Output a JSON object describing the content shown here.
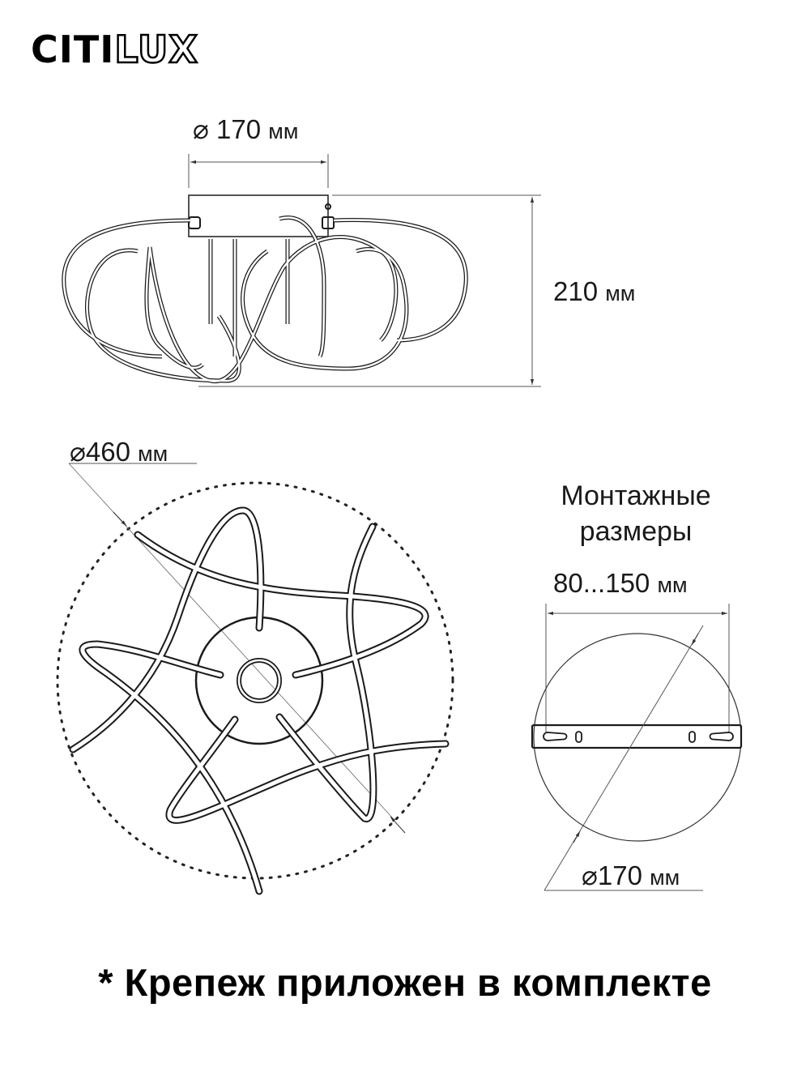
{
  "brand": {
    "logo_solid": "CITI",
    "logo_outline": "LUX"
  },
  "side_view": {
    "width_label": {
      "symbol": "⌀",
      "value": "170",
      "unit": "мм"
    },
    "height_label": {
      "value": "210",
      "unit": "мм"
    }
  },
  "top_view": {
    "diameter_label": {
      "symbol": "⌀",
      "value": "460",
      "unit": "мм"
    }
  },
  "mounting": {
    "title_line1": "Монтажные",
    "title_line2": "размеры",
    "range_label": {
      "value": "80...150",
      "unit": "мм"
    },
    "plate_diameter_label": {
      "symbol": "⌀",
      "value": "170",
      "unit": "мм"
    }
  },
  "footnote": "* Крепеж приложен в комплекте",
  "colors": {
    "line": "#1a1a1a",
    "dim_line": "#555555",
    "background": "#ffffff"
  }
}
